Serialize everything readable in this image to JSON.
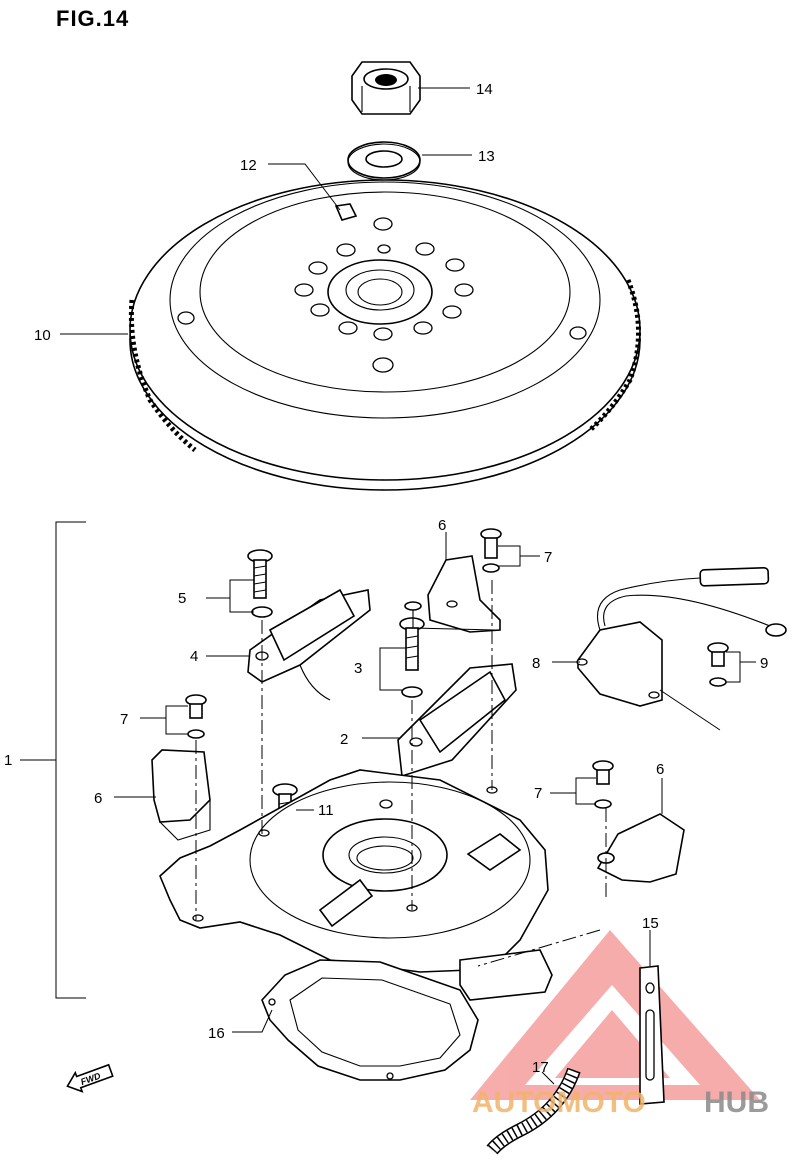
{
  "figure": {
    "title": "FIG.14"
  },
  "callouts": {
    "c1": "1",
    "c2": "2",
    "c3": "3",
    "c4": "4",
    "c5": "5",
    "c6a": "6",
    "c6b": "6",
    "c6c": "6",
    "c7a": "7",
    "c7b": "7",
    "c7c": "7",
    "c8": "8",
    "c9": "9",
    "c10": "10",
    "c11": "11",
    "c12": "12",
    "c13": "13",
    "c14": "14",
    "c15": "15",
    "c16": "16",
    "c17": "17"
  },
  "direction_marker": {
    "label": "FWD"
  },
  "watermark": {
    "brand_left": "AUTOMOTO",
    "brand_right": "HUB",
    "color_left": "#f0b46a",
    "color_right": "#8a8a8a",
    "triangle_color": "#f26a6a"
  }
}
